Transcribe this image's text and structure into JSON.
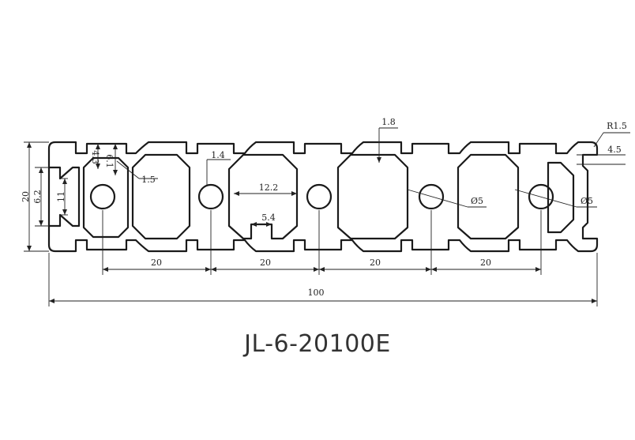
{
  "model": "JL-6-20100E",
  "dimensions": {
    "overall_width": "100",
    "height": "20",
    "pitch": [
      "20",
      "20",
      "20",
      "20"
    ],
    "slot_opening": "6.2",
    "slot_inner": "11",
    "lip_depth": "4.3",
    "slot_depth": "6.1",
    "lip_thickness": "1.5",
    "wall_thickness": "1.4",
    "web_thickness": "1.8",
    "cavity_width": "12.2",
    "cavity_floor": "5.4",
    "corner_radius": "R1.5",
    "side_offset": "4.5",
    "hole_dia_1": "Ø5",
    "hole_dia_2": "Ø5"
  }
}
